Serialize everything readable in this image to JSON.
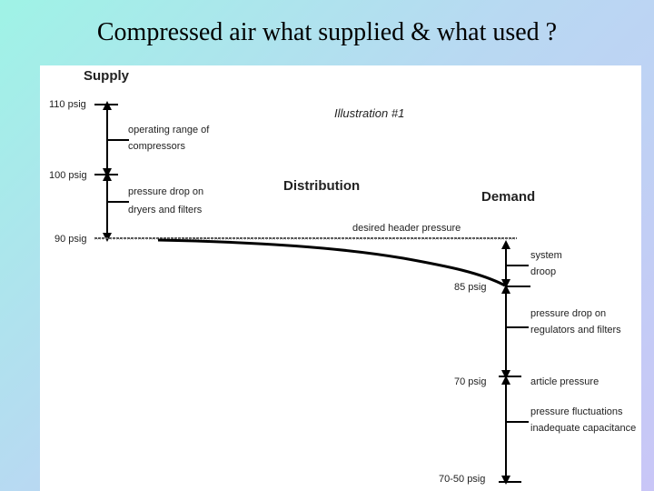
{
  "title": "Compressed air what supplied & what used ?",
  "diagram": {
    "illustration_label": "Illustration #1",
    "sections": {
      "supply": "Supply",
      "distribution": "Distribution",
      "demand": "Demand"
    },
    "supply_levels": [
      "110 psig",
      "100 psig",
      "90 psig"
    ],
    "supply_annotations": [
      [
        "operating range of",
        "compressors"
      ],
      [
        "pressure drop on",
        "dryers and filters"
      ]
    ],
    "header_label": "desired header pressure",
    "demand_levels": [
      "85 psig",
      "70 psig",
      "70-50 psig"
    ],
    "demand_annotations": [
      [
        "system",
        "droop"
      ],
      [
        "pressure drop on",
        "regulators and filters"
      ],
      [
        "article pressure"
      ],
      [
        "pressure fluctuations",
        "inadequate capacitance"
      ]
    ]
  }
}
